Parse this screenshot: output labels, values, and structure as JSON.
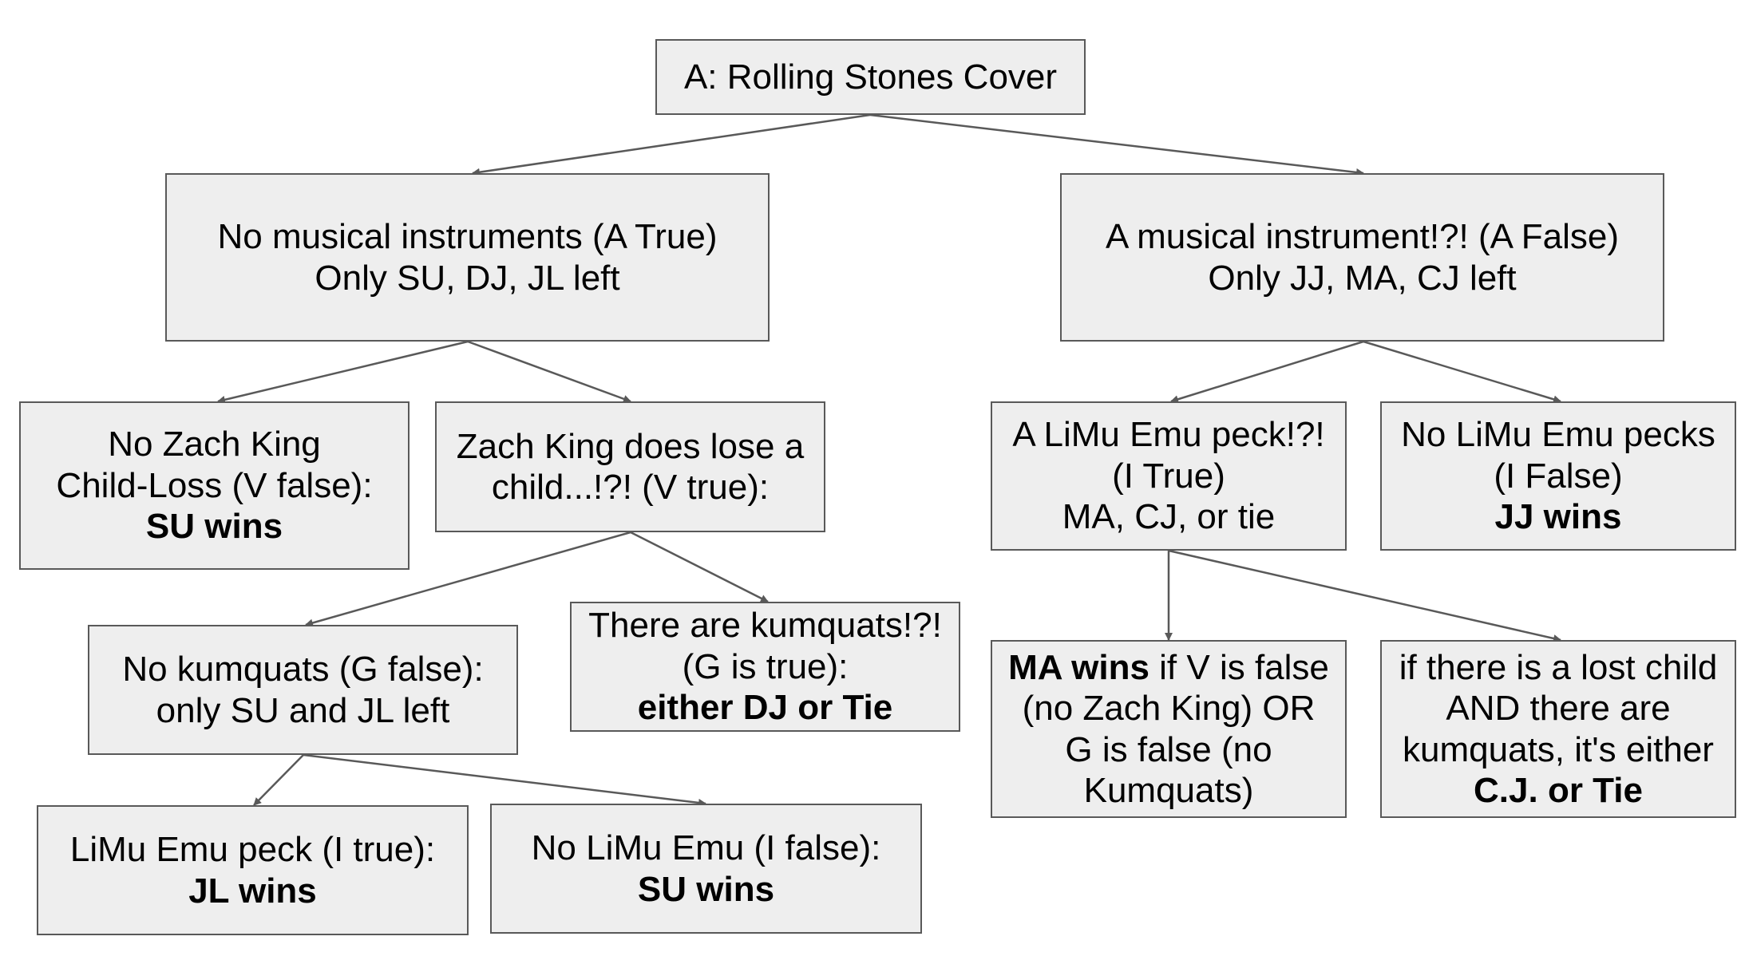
{
  "colors": {
    "box_fill": "#eeeeee",
    "box_border": "#595959",
    "arrow": "#595959"
  },
  "nodes": {
    "root": {
      "lines": [
        "A: Rolling Stones Cover"
      ]
    },
    "a_true": {
      "lines": [
        "No musical instruments (A True)",
        "Only SU, DJ, JL left"
      ]
    },
    "a_false": {
      "lines": [
        "A musical instrument!?! (A False)",
        "Only JJ, MA, CJ left"
      ]
    },
    "v_false": {
      "lines": [
        "No Zach King",
        "Child-Loss (V false):"
      ],
      "bold": "SU wins"
    },
    "v_true": {
      "lines": [
        "Zach King does lose a",
        "child...!?! (V true):"
      ]
    },
    "i_true_right": {
      "lines": [
        "A LiMu Emu peck!?!",
        "(I True)",
        "MA, CJ, or tie"
      ]
    },
    "i_false_right": {
      "lines": [
        "No LiMu Emu pecks",
        "(I False)"
      ],
      "bold": "JJ wins"
    },
    "g_false": {
      "lines": [
        "No kumquats (G false):",
        "only SU and JL left"
      ]
    },
    "g_true": {
      "lines": [
        "There are kumquats!?!",
        "(G is true):"
      ],
      "bold": "either DJ or Tie"
    },
    "ma_wins": {
      "bold_prefix": "MA wins",
      "rest": " if V is false",
      "lines": [
        "(no Zach King) OR",
        "G is false (no",
        "Kumquats)"
      ]
    },
    "cj_tie": {
      "lines": [
        "if there is a lost child",
        "AND there are",
        "kumquats, it's either"
      ],
      "bold": "C.J. or Tie"
    },
    "jl_wins": {
      "lines": [
        "LiMu Emu peck (I true):"
      ],
      "bold": "JL wins"
    },
    "su_wins_2": {
      "lines": [
        "No LiMu Emu (I false):"
      ],
      "bold": "SU wins"
    }
  }
}
